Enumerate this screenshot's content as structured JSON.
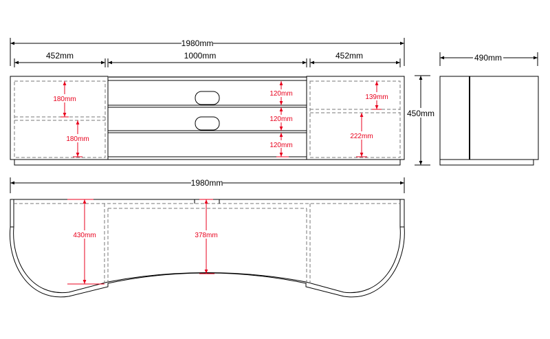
{
  "top_dims": {
    "overall": "1980mm",
    "left": "452mm",
    "middle": "1000mm",
    "right": "452mm"
  },
  "side_dims": {
    "depth": "490mm",
    "height": "450mm"
  },
  "front_view": {
    "left_shelves": [
      "180mm",
      "180mm"
    ],
    "drawers": [
      "120mm",
      "120mm",
      "120mm"
    ],
    "right_shelves": [
      "139mm",
      "222mm"
    ]
  },
  "plan_view": {
    "overall": "1980mm",
    "side_depth": "430mm",
    "center_depth": "378mm"
  },
  "colors": {
    "line": "#000000",
    "dimension": "#e8001c",
    "hidden": "#777777"
  }
}
